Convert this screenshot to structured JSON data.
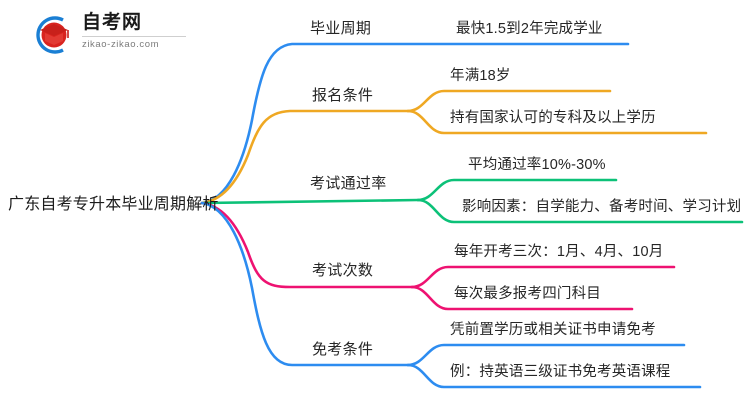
{
  "logo": {
    "name_cn": "自考网",
    "url": "zikao-zikao.com",
    "mark_icon": "graduation-cap-icon",
    "arc_color": "#1a7fd4",
    "cap_color": "#d9241f"
  },
  "mindmap": {
    "root": {
      "label": "广东自考专升本毕业周期解析"
    },
    "branches": [
      {
        "label": "毕业周期",
        "color": "#2d8cf0",
        "children": [
          {
            "label": "最快1.5到2年完成学业"
          }
        ]
      },
      {
        "label": "报名条件",
        "color": "#efa823",
        "children": [
          {
            "label": "年满18岁"
          },
          {
            "label": "持有国家认可的专科及以上学历"
          }
        ]
      },
      {
        "label": "考试通过率",
        "color": "#0cc178",
        "children": [
          {
            "label": "平均通过率10%-30%"
          },
          {
            "label": "影响因素：自学能力、备考时间、学习计划"
          }
        ]
      },
      {
        "label": "考试次数",
        "color": "#ee1271",
        "children": [
          {
            "label": "每年开考三次：1月、4月、10月"
          },
          {
            "label": "每次最多报考四门科目"
          }
        ]
      },
      {
        "label": "免考条件",
        "color": "#2d8cf0",
        "children": [
          {
            "label": "凭前置学历或相关证书申请免考"
          },
          {
            "label": "例：持英语三级证书免考英语课程"
          }
        ]
      }
    ]
  }
}
